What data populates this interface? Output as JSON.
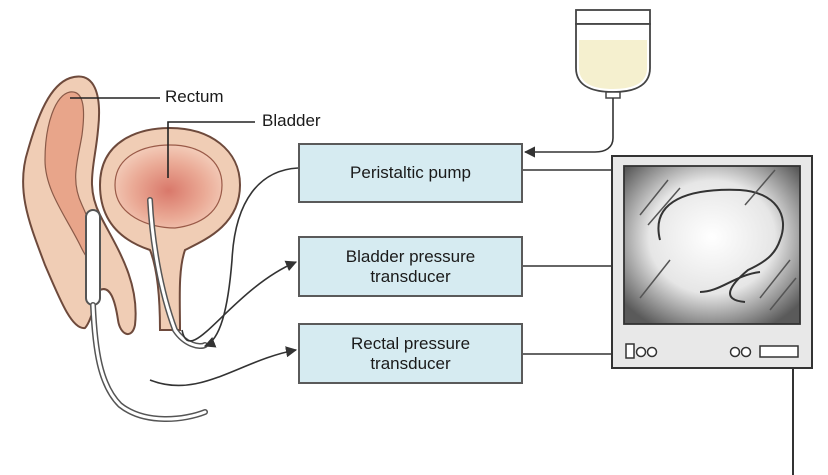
{
  "labels": {
    "rectum": "Rectum",
    "bladder": "Bladder"
  },
  "boxes": {
    "peristaltic_pump": {
      "line1": "Peristaltic pump"
    },
    "bladder_transducer": {
      "line1": "Bladder pressure",
      "line2": "transducer"
    },
    "rectal_transducer": {
      "line1": "Rectal pressure",
      "line2": "transducer"
    }
  },
  "colors": {
    "box_fill": "#d6ebf1",
    "tissue_fill": "#f0cdb5",
    "bladder_inner": "#e39a86",
    "fluid": "#f5f0cf",
    "monitor_body": "#e8e8e8"
  },
  "icons": {
    "fluid_bag": "iv-bag-icon",
    "monitor": "monitor-icon"
  }
}
